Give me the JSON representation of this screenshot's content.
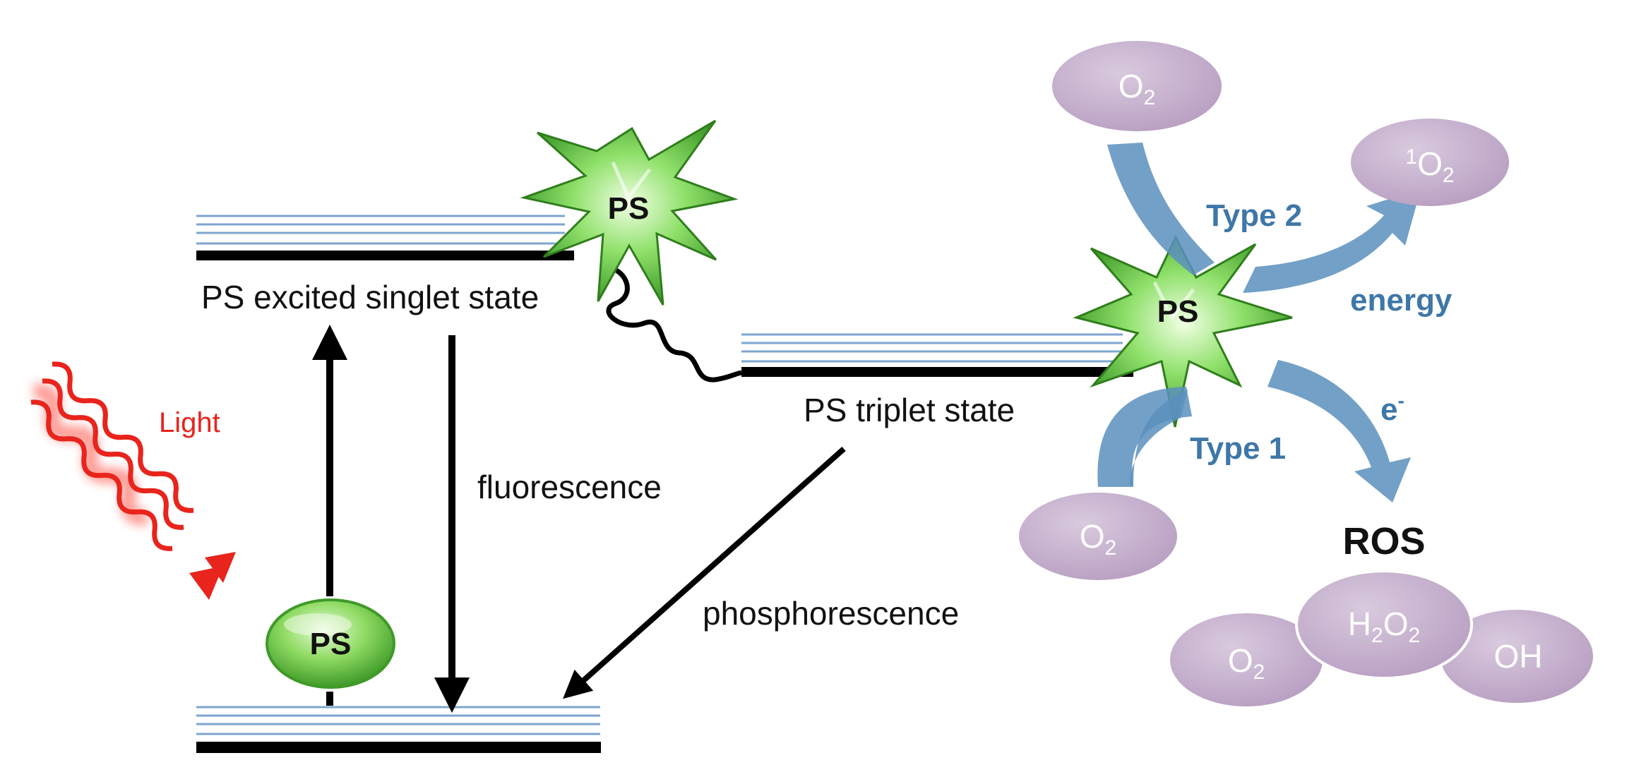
{
  "light": {
    "label": "Light",
    "color": "#e8241c"
  },
  "levels": {
    "singlet": "PS excited singlet state",
    "triplet": "PS triplet state"
  },
  "processes": {
    "fluorescence": "fluorescence",
    "phosphorescence": "phosphorescence"
  },
  "photosensitizer": {
    "label": "PS",
    "ground_color": "#7fd35a",
    "excited_color": "#6dd04a"
  },
  "reactions": {
    "type2": {
      "label": "Type 2",
      "product_label": "energy"
    },
    "type1": {
      "label": "Type 1",
      "product_label": "e",
      "product_sup": "-"
    },
    "arrow_color": "#5b8fbd",
    "text_color": "#3e77a8"
  },
  "molecules": {
    "o2_base": "O",
    "o2_sub": "2",
    "singlet_o2_sup": "1",
    "singlet_o2_base": "O",
    "singlet_o2_sub": "2",
    "h2o2_parts": [
      "H",
      "2",
      "O",
      "2"
    ],
    "oh": "OH",
    "bubble_color": "#c7b3cf"
  },
  "ros": {
    "label": "ROS"
  }
}
